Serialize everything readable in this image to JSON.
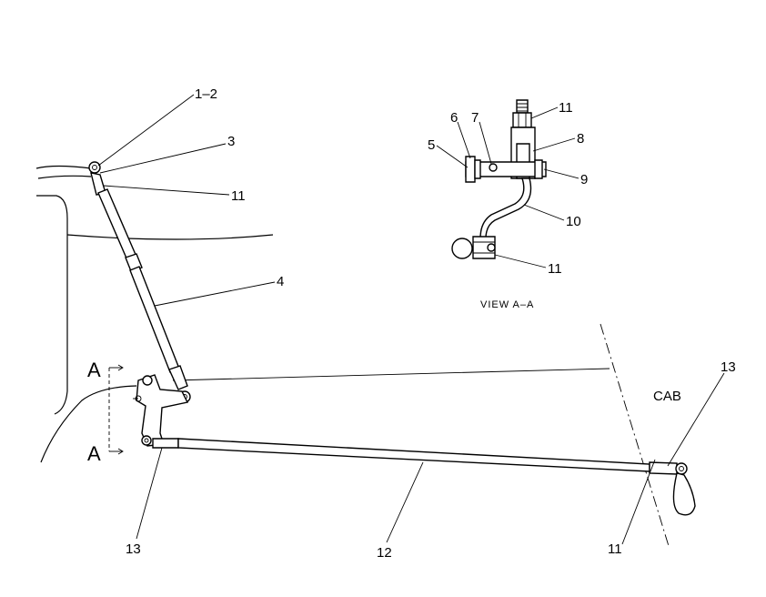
{
  "callouts": {
    "c1_2": "1–2",
    "c3": "3",
    "c11_top": "11",
    "c4": "4",
    "c13_left": "13",
    "c12": "12",
    "c11_bottom": "11",
    "c13_right": "13",
    "v5": "5",
    "v6": "6",
    "v7": "7",
    "v11_top": "11",
    "v8": "8",
    "v9": "9",
    "v10": "10",
    "v11_bottom": "11"
  },
  "section_marker": {
    "top": "A",
    "bottom": "A"
  },
  "view_title": "VIEW A–A",
  "cab_label": "CAB"
}
